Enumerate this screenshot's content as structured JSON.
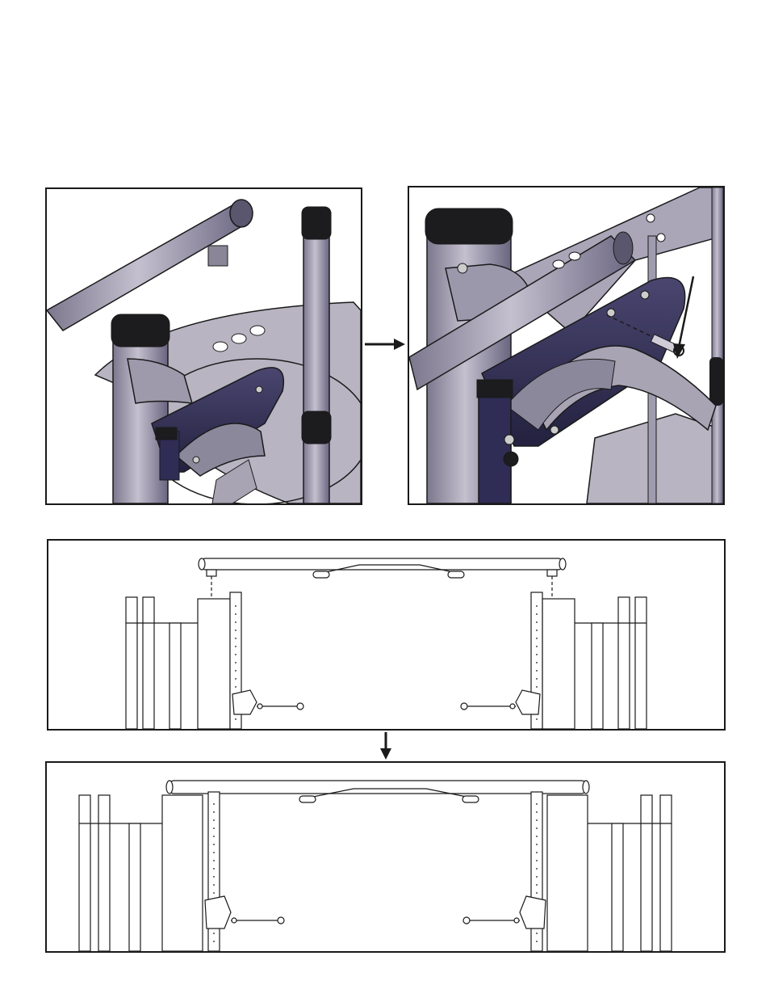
{
  "figure": {
    "panels": [
      {
        "id": "a",
        "view": "close-up"
      },
      {
        "id": "b",
        "view": "close-up"
      },
      {
        "id": "c",
        "view": "front-elevation"
      },
      {
        "id": "d",
        "view": "front-elevation"
      }
    ],
    "step_arrows": [
      "right",
      "down"
    ],
    "callout_arrows": 1
  },
  "colors": {
    "frame_steel": "#a8a4b4",
    "frame_shadow": "#6f6a80",
    "bracket_dark": "#2f2c55",
    "cap_black": "#1c1c1f",
    "outline": "#1a1a1a"
  },
  "icons": [
    "arrow-right-icon",
    "arrow-down-icon",
    "callout-arrow-icon"
  ]
}
